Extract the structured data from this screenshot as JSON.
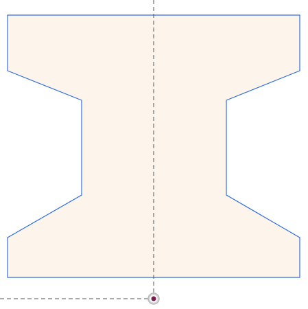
{
  "canvas": {
    "shape": "i-beam-cross-section",
    "colors": {
      "background": "#ffffff",
      "shape_fill": "#fdf5ec",
      "shape_stroke": "#2f6ee0",
      "guide_line": "#555555",
      "handle_ring": "#b9b9b9",
      "handle_dot": "#7a1a4a"
    },
    "guides": {
      "vertical": "dashed",
      "horizontal": "dashed"
    },
    "handle": {
      "icon": "origin-point-icon"
    }
  }
}
